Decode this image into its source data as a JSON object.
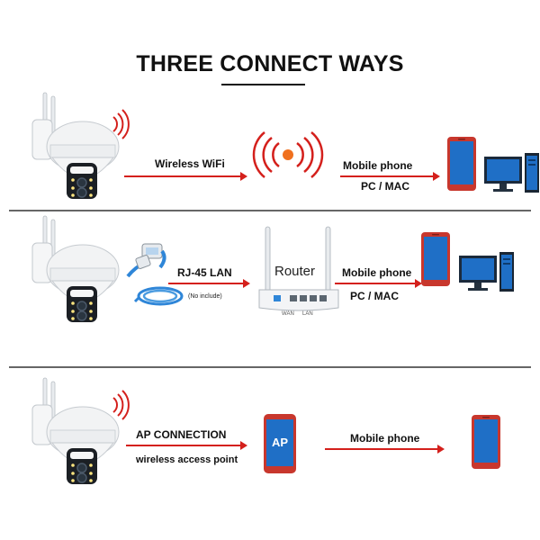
{
  "title": "THREE CONNECT WAYS",
  "rows": [
    {
      "label_left": "Wireless WiFi",
      "label_right_1": "Mobile phone",
      "label_right_2": "PC / MAC"
    },
    {
      "label_left": "RJ-45 LAN",
      "note": "(No include)",
      "router_label": "Router",
      "wan": "WAN",
      "lan": "LAN",
      "label_right_1": "Mobile phone",
      "label_right_2": "PC / MAC"
    },
    {
      "label_left_1": "AP CONNECTION",
      "label_left_2": "wireless access point",
      "ap_label": "AP",
      "label_right_1": "Mobile phone"
    }
  ],
  "colors": {
    "accent_red": "#d4201c",
    "phone_red": "#c8372d",
    "screen_blue": "#1f6fc6",
    "cable_blue": "#2f86d8",
    "wifi_orange": "#f0701e"
  },
  "icons": [
    "ptz-camera-icon",
    "wifi-signal-icon",
    "wifi-waves-icon",
    "smartphone-icon",
    "desktop-pc-icon",
    "ethernet-connector-icon",
    "cable-icon",
    "router-icon",
    "ap-phone-icon"
  ]
}
